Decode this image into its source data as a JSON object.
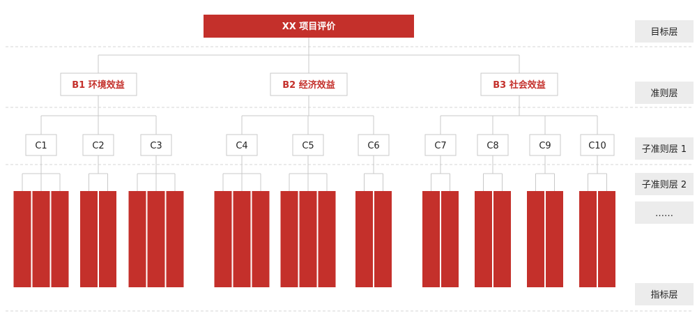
{
  "root": {
    "label": "XX 项目评价"
  },
  "criteria": [
    {
      "label": "B1 环境效益"
    },
    {
      "label": "B2 经济效益"
    },
    {
      "label": "B3 社会效益"
    }
  ],
  "subcriteria": [
    {
      "label": "C1",
      "bars": 3
    },
    {
      "label": "C2",
      "bars": 2
    },
    {
      "label": "C3",
      "bars": 3
    },
    {
      "label": "C4",
      "bars": 3
    },
    {
      "label": "C5",
      "bars": 3
    },
    {
      "label": "C6",
      "bars": 2
    },
    {
      "label": "C7",
      "bars": 2
    },
    {
      "label": "C8",
      "bars": 2
    },
    {
      "label": "C9",
      "bars": 2
    },
    {
      "label": "C10",
      "bars": 2
    }
  ],
  "levels": [
    {
      "label": "目标层"
    },
    {
      "label": "准则层"
    },
    {
      "label": "子准则层 1"
    },
    {
      "label": "子准则层 2"
    },
    {
      "label": "……"
    },
    {
      "label": "指标层"
    }
  ],
  "colors": {
    "accent": "#c4302b",
    "line": "#c8c8c8",
    "dashed": "#d6d6d6",
    "level_bg": "#ececec",
    "text": "#222222"
  }
}
